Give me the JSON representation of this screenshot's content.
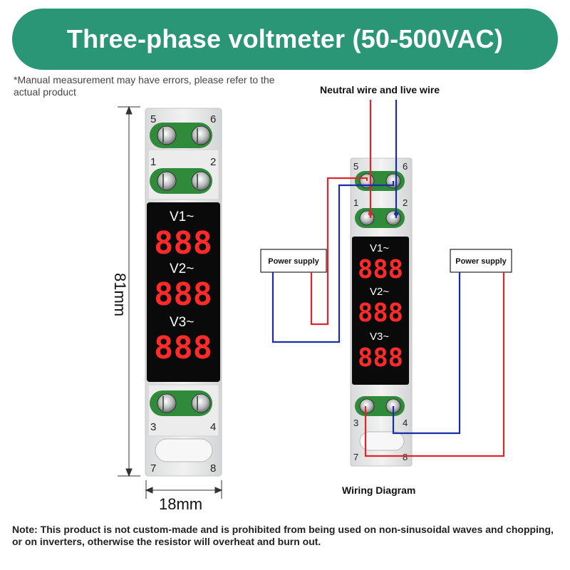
{
  "banner": {
    "title": "Three-phase voltmeter (50-500VAC)"
  },
  "disclaimer": "*Manual measurement may have errors, please refer to the actual product",
  "left_device": {
    "terminals_top_outer": [
      "5",
      "6"
    ],
    "terminals_top_inner": [
      "1",
      "2"
    ],
    "terminals_bottom_inner": [
      "3",
      "4"
    ],
    "terminals_bottom_outer": [
      "7",
      "8"
    ],
    "channels": [
      {
        "label": "V1~",
        "reading": "888"
      },
      {
        "label": "V2~",
        "reading": "888"
      },
      {
        "label": "V3~",
        "reading": "888"
      }
    ],
    "height_label": "81mm",
    "width_label": "18mm"
  },
  "wiring": {
    "top_label": "Neutral wire and live wire",
    "caption": "Wiring Diagram",
    "power_left": "Power supply",
    "power_right": "Power supply",
    "terminals_top_outer": [
      "5",
      "6"
    ],
    "terminals_top_inner": [
      "1",
      "2"
    ],
    "terminals_bottom_inner": [
      "3",
      "4"
    ],
    "terminals_bottom_outer": [
      "7",
      "8"
    ],
    "channels": [
      {
        "label": "V1~",
        "reading": "888"
      },
      {
        "label": "V2~",
        "reading": "888"
      },
      {
        "label": "V3~",
        "reading": "888"
      }
    ],
    "colors": {
      "live": "#e0242a",
      "neutral": "#1b2ea8"
    }
  },
  "note": "Note: This product is not custom-made and is prohibited from being used on non-sinusoidal waves and chopping, or on inverters, otherwise the resistor will overheat and burn out.",
  "colors": {
    "banner": "#2b9676",
    "display": "#0a0a0a",
    "digits": "#ff2a2a",
    "terminal": "#2f8a3a"
  }
}
